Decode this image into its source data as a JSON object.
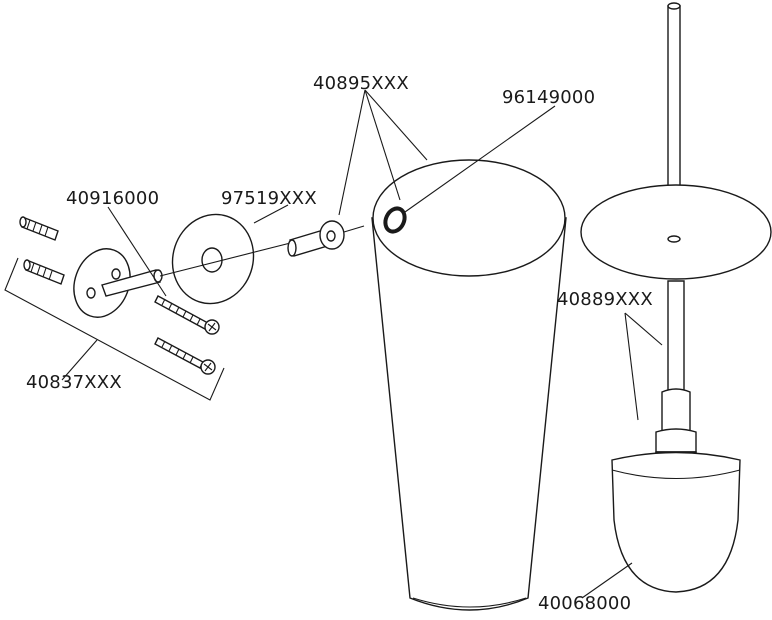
{
  "labels": {
    "cup_part": "40895XXX",
    "gasket_part": "96149000",
    "mount_part": "40916000",
    "cover_part": "97519XXX",
    "screw_set_part": "40837XXX",
    "brush_part": "40889XXX",
    "head_part": "40068000"
  },
  "colors": {
    "line": "#1a1a1a",
    "fill": "#ffffff"
  }
}
